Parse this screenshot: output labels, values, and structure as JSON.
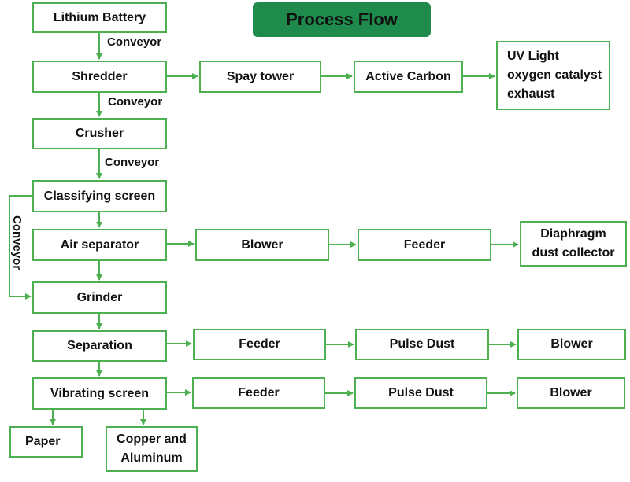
{
  "title": "Process Flow",
  "colors": {
    "line": "#4caf50",
    "title_bg": "#1e8a4c"
  },
  "nodes": {
    "lithium_battery": "Lithium Battery",
    "shredder": "Shredder",
    "spay_tower": "Spay tower",
    "active_carbon": "Active Carbon",
    "uv_light": "UV Light\noxygen catalyst\nexhaust",
    "crusher": "Crusher",
    "classifying_screen": "Classifying screen",
    "air_separator": "Air separator",
    "blower_1": "Blower",
    "feeder_1": "Feeder",
    "diaphragm": "Diaphragm\ndust collector",
    "grinder": "Grinder",
    "separation": "Separation",
    "feeder_2": "Feeder",
    "pulse_dust_1": "Pulse Dust",
    "blower_2": "Blower",
    "vibrating_screen": "Vibrating screen",
    "feeder_3": "Feeder",
    "pulse_dust_2": "Pulse Dust",
    "blower_3": "Blower",
    "paper": "Paper",
    "copper_aluminum": "Copper and\nAluminum"
  },
  "edge_labels": {
    "conveyor_1": "Conveyor",
    "conveyor_2": "Conveyor",
    "conveyor_3": "Conveyor",
    "conveyor_4": "Conveyor"
  }
}
